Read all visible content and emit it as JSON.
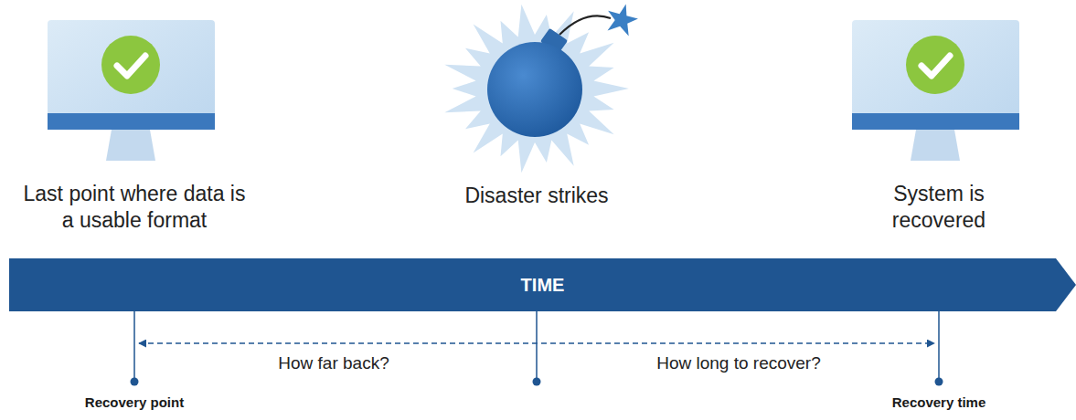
{
  "diagram": {
    "nodes": [
      {
        "text": [
          "TIME"
        ]
      }
    ],
    "labels": [
      "Last point where data is a usable format",
      "Disaster strikes",
      "System is recovered",
      "How far back?",
      "How long to recover?",
      "Recovery point",
      "Recovery time"
    ]
  }
}
